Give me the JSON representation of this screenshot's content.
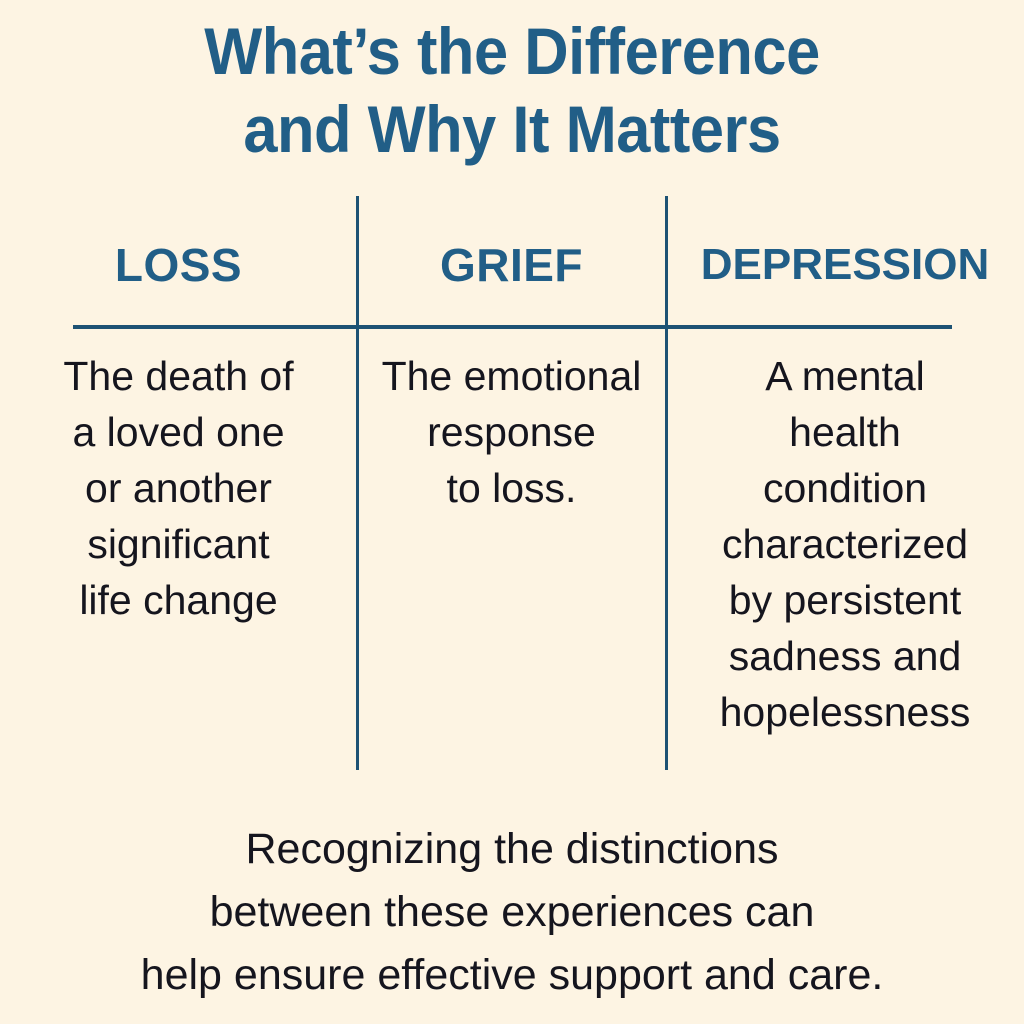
{
  "colors": {
    "background": "#FDF4E3",
    "accent_blue": "#215E87",
    "rule_blue": "#1D5274",
    "body_text": "#15151E"
  },
  "title": {
    "line1": "What’s the Difference",
    "line2": "and Why It Matters"
  },
  "table": {
    "columns": [
      {
        "header": "LOSS",
        "body_lines": [
          "The death of",
          "a loved one",
          "or another",
          "significant",
          "life change"
        ]
      },
      {
        "header": "GRIEF",
        "body_lines": [
          "The emotional",
          "response",
          "to loss."
        ]
      },
      {
        "header": "DEPRESSION",
        "body_lines": [
          "A mental",
          "health",
          "condition",
          "characterized",
          "by persistent",
          "sadness and",
          "hopelessness"
        ]
      }
    ]
  },
  "caption": {
    "line1": "Recognizing the distinctions",
    "line2": "between these experiences can",
    "line3": "help ensure effective support and care."
  }
}
